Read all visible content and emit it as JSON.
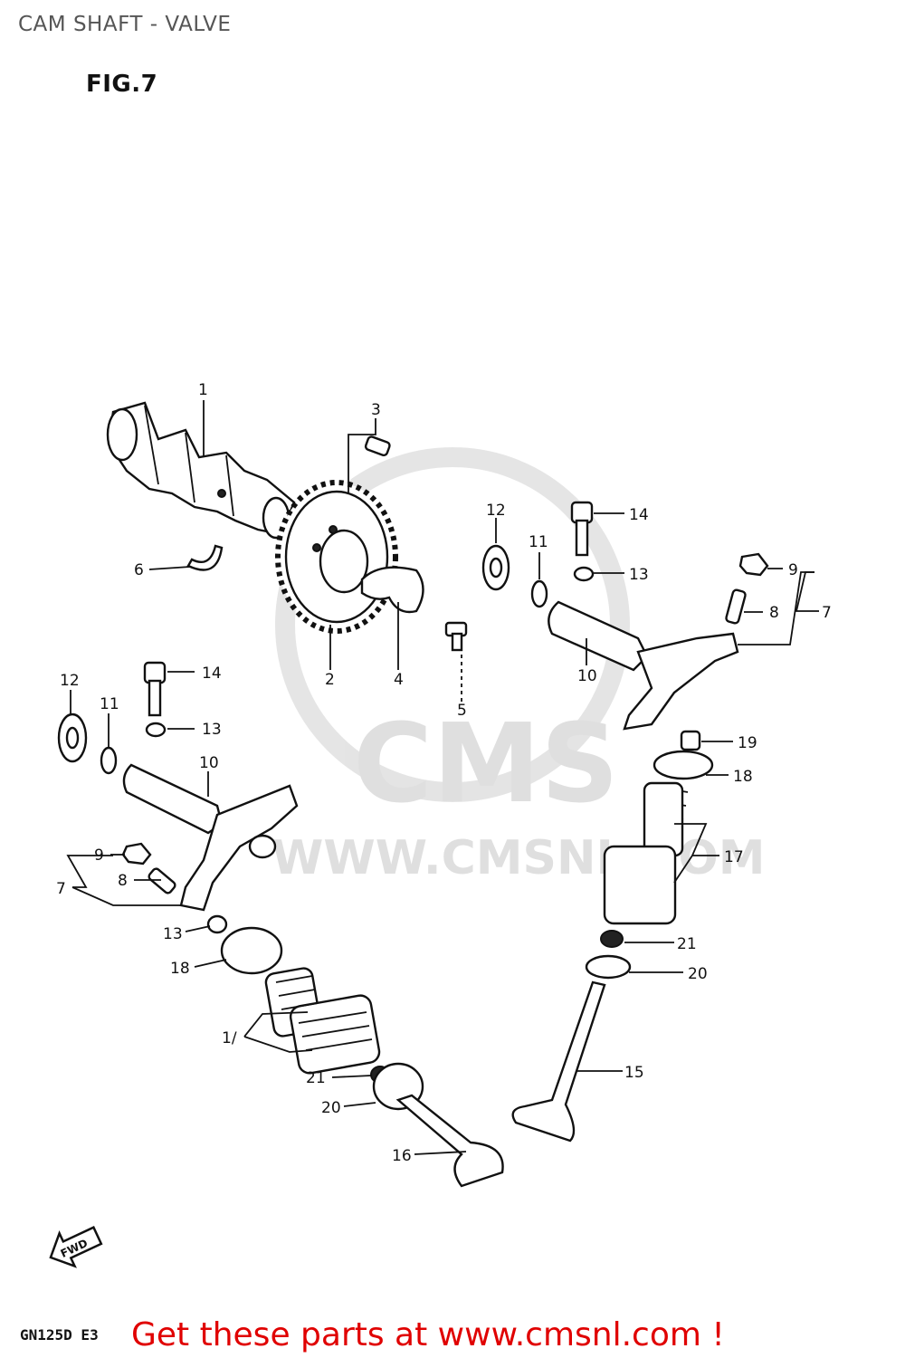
{
  "header": {
    "title": "CAM SHAFT - VALVE"
  },
  "figure": {
    "label": "FIG.7"
  },
  "watermark": {
    "logo_text": "CMS",
    "url_text": "WWW.CMSNL.COM"
  },
  "fwd_label": "FWD",
  "callouts": {
    "c1": "1",
    "c2": "2",
    "c3": "3",
    "c4": "4",
    "c5": "5",
    "c6": "6",
    "c7a": "7",
    "c7b": "7",
    "c8a": "8",
    "c8b": "8",
    "c9a": "9",
    "c9b": "9",
    "c10a": "10",
    "c10b": "10",
    "c11a": "11",
    "c11b": "11",
    "c12a": "12",
    "c12b": "12",
    "c13a": "13",
    "c13b": "13",
    "c13c": "13",
    "c14a": "14",
    "c14b": "14",
    "c15": "15",
    "c16": "16",
    "c17a": "17",
    "c17b": "1/",
    "c18a": "18",
    "c18b": "18",
    "c19": "19",
    "c20a": "20",
    "c20b": "20",
    "c21a": "21",
    "c21b": "21"
  },
  "footer": {
    "model_code": "GN125D E3",
    "link_text": "Get these parts at www.cmsnl.com !"
  }
}
